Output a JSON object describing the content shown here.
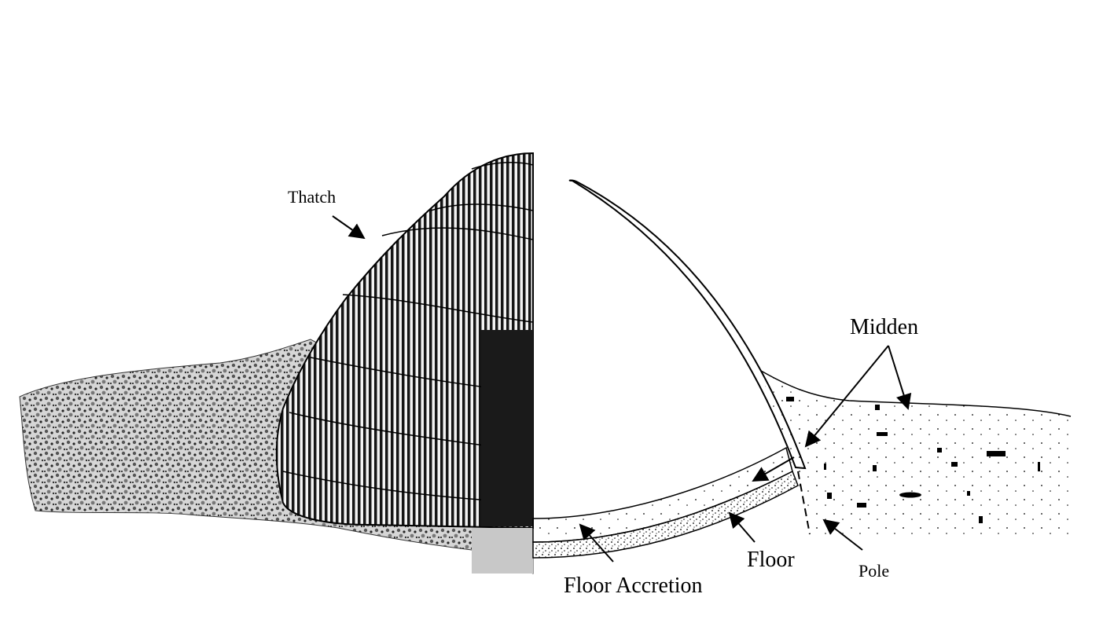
{
  "labels": {
    "thatch": "Thatch",
    "midden": "Midden",
    "floor": "Floor",
    "floor_accretion": "Floor Accretion",
    "pole": "Pole"
  },
  "colors": {
    "ink": "#000000",
    "paper": "#ffffff",
    "thatch_dark": "#151515",
    "ground_mid": "#7a7a7a"
  }
}
